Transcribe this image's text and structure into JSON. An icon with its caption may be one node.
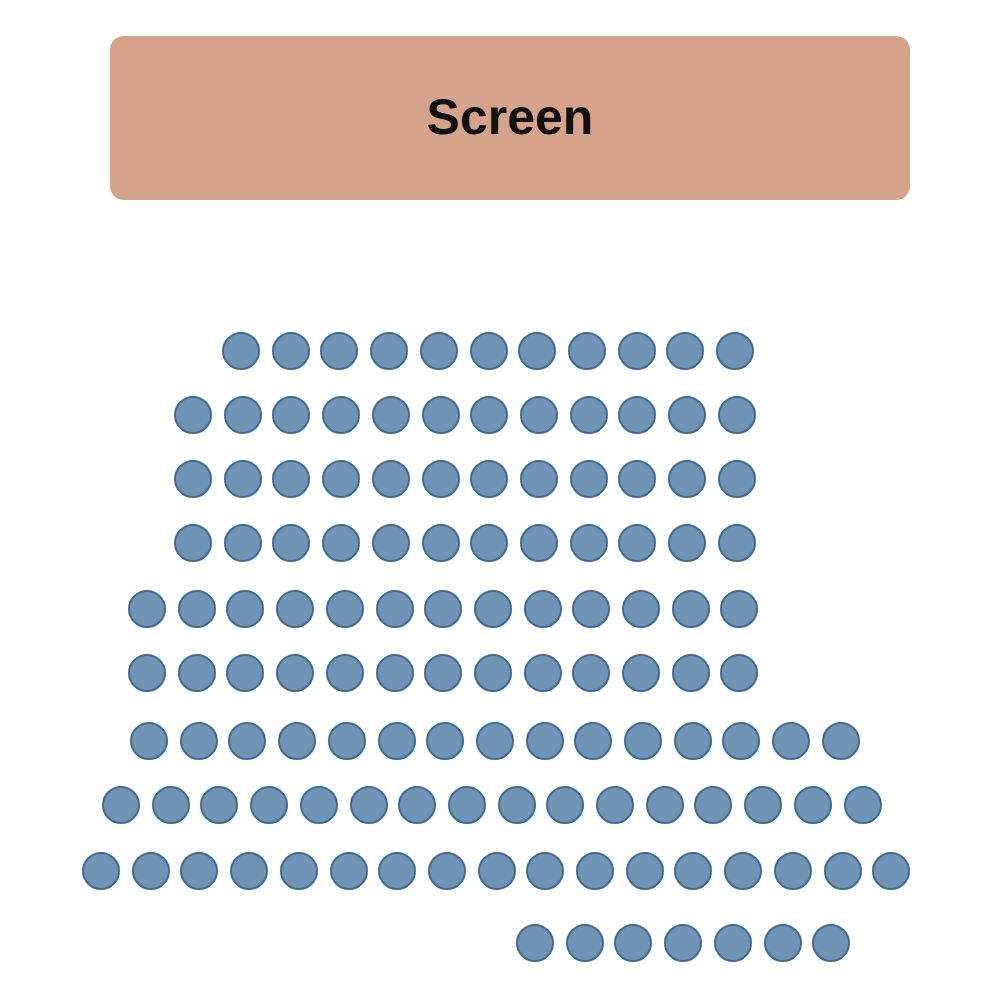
{
  "diagram": {
    "nodes": [
      {
        "text": [
          "Screen"
        ]
      },
      {
        "text": [],
        "shape": "circle"
      },
      {
        "text": [],
        "shape": "circle"
      },
      {
        "text": [],
        "shape": "circle"
      },
      {
        "text": [],
        "shape": "circle"
      },
      {
        "text": [],
        "shape": "circle"
      },
      {
        "text": [],
        "shape": "circle"
      },
      {
        "text": [],
        "shape": "circle"
      },
      {
        "text": [],
        "shape": "circle"
      },
      {
        "text": [],
        "shape": "circle"
      },
      {
        "text": [],
        "shape": "circle"
      },
      {
        "text": [],
        "shape": "circle"
      },
      {
        "text": [],
        "shape": "circle"
      },
      {
        "text": [],
        "shape": "circle"
      },
      {
        "text": [],
        "shape": "circle"
      },
      {
        "text": [],
        "shape": "circle"
      },
      {
        "text": [],
        "shape": "circle"
      },
      {
        "text": [],
        "shape": "circle"
      },
      {
        "text": [],
        "shape": "circle"
      },
      {
        "text": [],
        "shape": "circle"
      },
      {
        "text": [],
        "shape": "circle"
      },
      {
        "text": [],
        "shape": "circle"
      },
      {
        "text": [],
        "shape": "circle"
      },
      {
        "text": [],
        "shape": "circle"
      },
      {
        "text": [],
        "shape": "circle"
      },
      {
        "text": [],
        "shape": "circle"
      },
      {
        "text": [],
        "shape": "circle"
      },
      {
        "text": [],
        "shape": "circle"
      },
      {
        "text": [],
        "shape": "circle"
      },
      {
        "text": [],
        "shape": "circle"
      },
      {
        "text": [],
        "shape": "circle"
      },
      {
        "text": [],
        "shape": "circle"
      },
      {
        "text": [],
        "shape": "circle"
      },
      {
        "text": [],
        "shape": "circle"
      },
      {
        "text": [],
        "shape": "circle"
      },
      {
        "text": [],
        "shape": "circle"
      },
      {
        "text": [],
        "shape": "circle"
      },
      {
        "text": [],
        "shape": "circle"
      },
      {
        "text": [],
        "shape": "circle"
      },
      {
        "text": [],
        "shape": "circle"
      },
      {
        "text": [],
        "shape": "circle"
      },
      {
        "text": [],
        "shape": "circle"
      },
      {
        "text": [],
        "shape": "circle"
      },
      {
        "text": [],
        "shape": "circle"
      },
      {
        "text": [],
        "shape": "circle"
      },
      {
        "text": [],
        "shape": "circle"
      },
      {
        "text": [],
        "shape": "circle"
      },
      {
        "text": [],
        "shape": "circle"
      },
      {
        "text": [],
        "shape": "circle"
      },
      {
        "text": [],
        "shape": "circle"
      },
      {
        "text": [],
        "shape": "circle"
      },
      {
        "text": [],
        "shape": "circle"
      },
      {
        "text": [],
        "shape": "circle"
      },
      {
        "text": [],
        "shape": "circle"
      },
      {
        "text": [],
        "shape": "circle"
      },
      {
        "text": [],
        "shape": "circle"
      },
      {
        "text": [],
        "shape": "circle"
      },
      {
        "text": [],
        "shape": "circle"
      },
      {
        "text": [],
        "shape": "circle"
      },
      {
        "text": [],
        "shape": "circle"
      },
      {
        "text": [],
        "shape": "circle"
      },
      {
        "text": [],
        "shape": "circle"
      },
      {
        "text": [],
        "shape": "circle"
      },
      {
        "text": [],
        "shape": "circle"
      },
      {
        "text": [],
        "shape": "circle"
      },
      {
        "text": [],
        "shape": "circle"
      },
      {
        "text": [],
        "shape": "circle"
      },
      {
        "text": [],
        "shape": "circle"
      },
      {
        "text": [],
        "shape": "circle"
      },
      {
        "text": [],
        "shape": "circle"
      },
      {
        "text": [],
        "shape": "circle"
      },
      {
        "text": [],
        "shape": "circle"
      },
      {
        "text": [],
        "shape": "circle"
      },
      {
        "text": [],
        "shape": "circle"
      },
      {
        "text": [],
        "shape": "circle"
      },
      {
        "text": [],
        "shape": "circle"
      },
      {
        "text": [],
        "shape": "circle"
      },
      {
        "text": [],
        "shape": "circle"
      },
      {
        "text": [],
        "shape": "circle"
      },
      {
        "text": [],
        "shape": "circle"
      },
      {
        "text": [],
        "shape": "circle"
      },
      {
        "text": [],
        "shape": "circle"
      },
      {
        "text": [],
        "shape": "circle"
      },
      {
        "text": [],
        "shape": "circle"
      },
      {
        "text": [],
        "shape": "circle"
      },
      {
        "text": [],
        "shape": "circle"
      },
      {
        "text": [],
        "shape": "circle"
      },
      {
        "text": [],
        "shape": "circle"
      },
      {
        "text": [],
        "shape": "circle"
      },
      {
        "text": [],
        "shape": "circle"
      },
      {
        "text": [],
        "shape": "circle"
      },
      {
        "text": [],
        "shape": "circle"
      },
      {
        "text": [],
        "shape": "circle"
      },
      {
        "text": [],
        "shape": "circle"
      },
      {
        "text": [],
        "shape": "circle"
      },
      {
        "text": [],
        "shape": "circle"
      },
      {
        "text": [],
        "shape": "circle"
      },
      {
        "text": [],
        "shape": "circle"
      },
      {
        "text": [],
        "shape": "circle"
      },
      {
        "text": [],
        "shape": "circle"
      },
      {
        "text": [],
        "shape": "circle"
      },
      {
        "text": [],
        "shape": "circle"
      },
      {
        "text": [],
        "shape": "circle"
      },
      {
        "text": [],
        "shape": "circle"
      },
      {
        "text": [],
        "shape": "circle"
      },
      {
        "text": [],
        "shape": "circle"
      },
      {
        "text": [],
        "shape": "circle"
      },
      {
        "text": [],
        "shape": "circle"
      },
      {
        "text": [],
        "shape": "circle"
      },
      {
        "text": [],
        "shape": "circle"
      },
      {
        "text": [],
        "shape": "circle"
      },
      {
        "text": [],
        "shape": "circle"
      },
      {
        "text": [],
        "shape": "circle"
      },
      {
        "text": [],
        "shape": "circle"
      },
      {
        "text": [],
        "shape": "circle"
      },
      {
        "text": [],
        "shape": "circle"
      },
      {
        "text": [],
        "shape": "circle"
      },
      {
        "text": [],
        "shape": "circle"
      },
      {
        "text": [],
        "shape": "circle"
      },
      {
        "text": [],
        "shape": "circle"
      },
      {
        "text": [],
        "shape": "circle"
      },
      {
        "text": [],
        "shape": "circle"
      },
      {
        "text": [],
        "shape": "circle"
      },
      {
        "text": [],
        "shape": "circle"
      },
      {
        "text": [],
        "shape": "circle"
      },
      {
        "text": [],
        "shape": "circle"
      },
      {
        "text": [],
        "shape": "circle"
      },
      {
        "text": [],
        "shape": "circle"
      },
      {
        "text": [],
        "shape": "circle"
      }
    ]
  }
}
